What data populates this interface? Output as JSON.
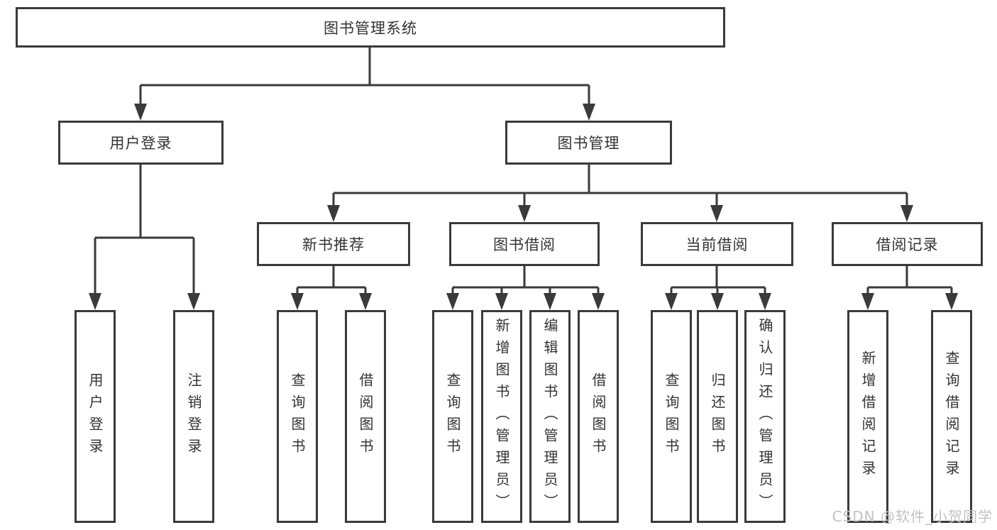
{
  "tree": {
    "root": {
      "label": "图书管理系统"
    },
    "level2": [
      {
        "label": "用户登录"
      },
      {
        "label": "图书管理"
      }
    ],
    "level3": [
      {
        "label": "新书推荐"
      },
      {
        "label": "图书借阅"
      },
      {
        "label": "当前借阅"
      },
      {
        "label": "借阅记录"
      }
    ],
    "leaves": {
      "user_login": [
        "用户登录",
        "注销登录"
      ],
      "new_book_recommend": [
        "查询图书",
        "借阅图书"
      ],
      "book_borrow": [
        "查询图书",
        "新增图书（管理员）",
        "编辑图书（管理员）",
        "借阅图书"
      ],
      "current_borrow": [
        "查询图书",
        "归还图书",
        "确认归还（管理员）"
      ],
      "borrow_records": [
        "新增借阅记录",
        "查询借阅记录"
      ]
    }
  },
  "watermark": {
    "text": "CSDN @软件_小贺同学"
  },
  "colors": {
    "line": "#3a3a3a",
    "text": "#333333",
    "box_bg": "#ffffff",
    "watermark": "#c2c2c2"
  }
}
